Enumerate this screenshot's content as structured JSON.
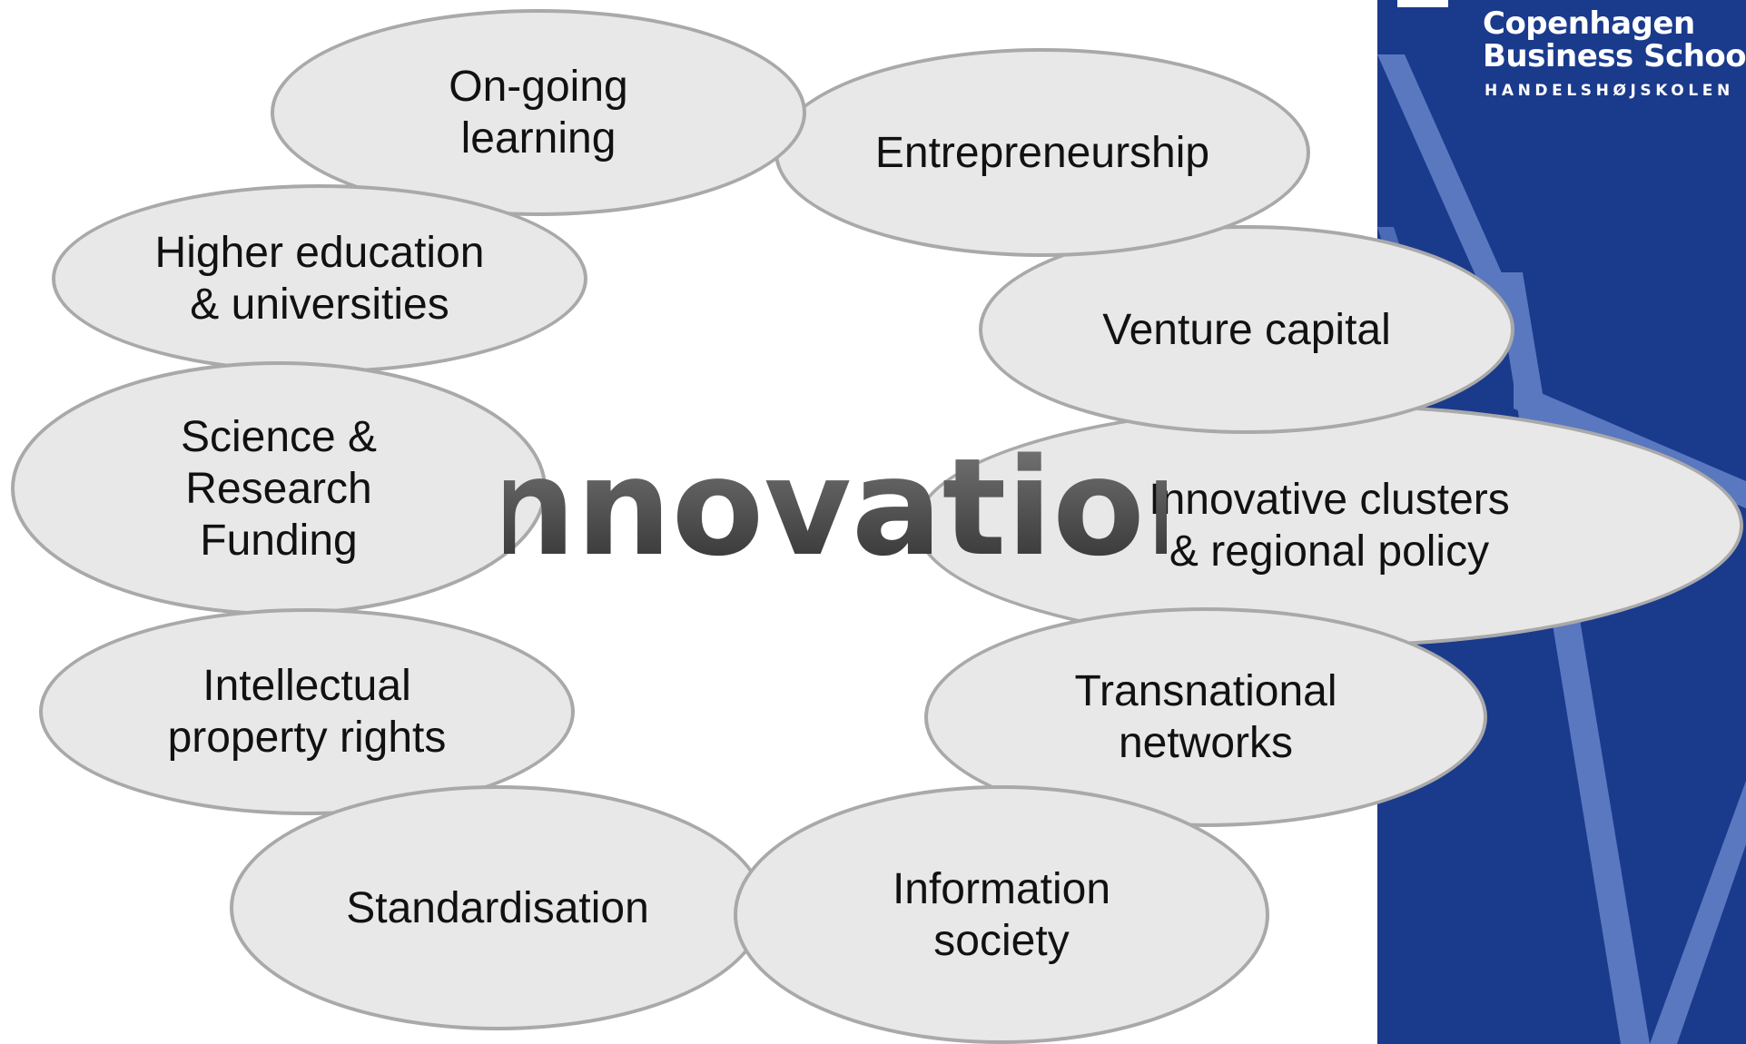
{
  "center": {
    "label": "Innovation"
  },
  "bubbles": [
    {
      "id": "on-going-learning",
      "label": "On-going\nlearning"
    },
    {
      "id": "entrepreneurship",
      "label": "Entrepreneurship"
    },
    {
      "id": "higher-education",
      "label": "Higher education\n& universities"
    },
    {
      "id": "venture-capital",
      "label": "Venture capital"
    },
    {
      "id": "science-research-funding",
      "label": "Science &\nResearch\nFunding"
    },
    {
      "id": "innovative-clusters",
      "label": "Innovative clusters\n& regional policy"
    },
    {
      "id": "intellectual-property",
      "label": "Intellectual\nproperty rights"
    },
    {
      "id": "transnational-networks",
      "label": "Transnational\nnetworks"
    },
    {
      "id": "standardisation",
      "label": "Standardisation"
    },
    {
      "id": "information-society",
      "label": "Information\nsociety"
    }
  ],
  "brand": {
    "name_line1": "Copenhagen",
    "name_line2": "Business School",
    "subtitle": "HANDELSHØJSKOLEN",
    "panel_color": "#1a3a8c",
    "stripe_color": "#5a78c0"
  },
  "colors": {
    "bubble_fill": "#e8e8e8",
    "bubble_border": "#a9a9a9",
    "center_text_top": "#7a7a7a",
    "center_text_bottom": "#2e2e2e"
  }
}
